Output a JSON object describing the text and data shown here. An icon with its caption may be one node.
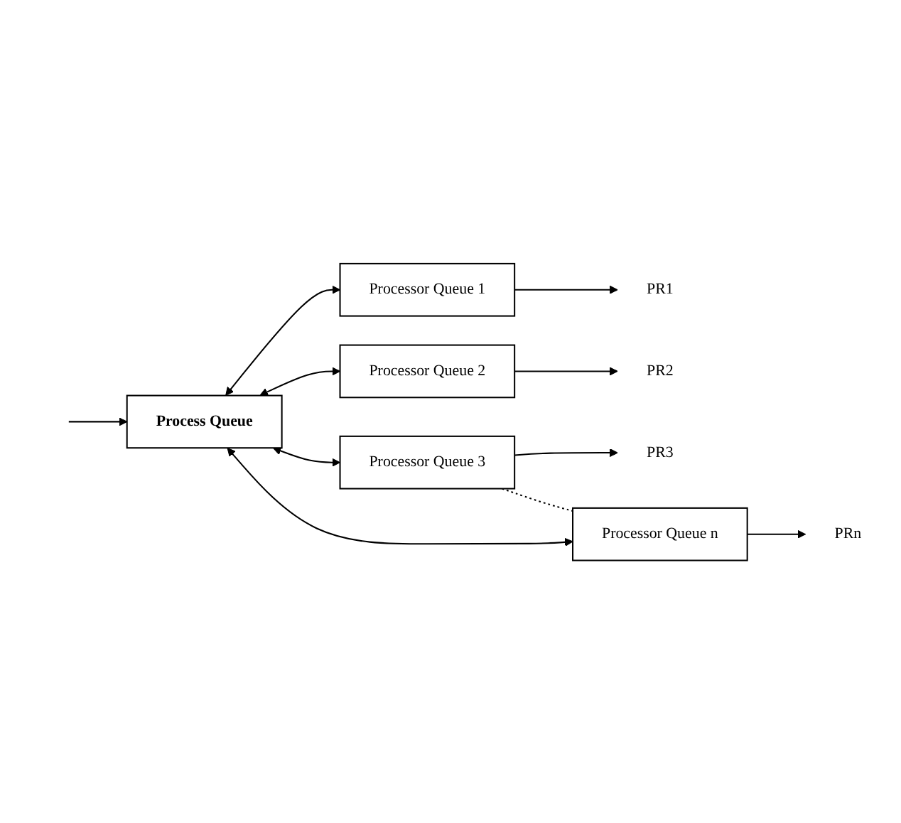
{
  "diagram": {
    "nodes": [
      {
        "text": [
          "Process Queue"
        ]
      },
      {
        "text": [
          "Processor Queue 1"
        ]
      },
      {
        "text": [
          "PR1"
        ]
      },
      {
        "text": [
          "Processor Queue 2"
        ]
      },
      {
        "text": [
          "PR2"
        ]
      },
      {
        "text": [
          "Processor Queue 3"
        ]
      },
      {
        "text": [
          "PR3"
        ]
      },
      {
        "text": [
          "Processor Queue n"
        ]
      },
      {
        "text": [
          "PRn"
        ]
      }
    ],
    "edges": [
      {
        "from": null,
        "to": 0,
        "arrow": "to"
      },
      {
        "from": 0,
        "to": 1,
        "arrow": "both"
      },
      {
        "from": 1,
        "to": 2,
        "arrow": "to"
      },
      {
        "from": 0,
        "to": 3,
        "arrow": "both"
      },
      {
        "from": 3,
        "to": 4,
        "arrow": "to"
      },
      {
        "from": 0,
        "to": 5,
        "arrow": "both"
      },
      {
        "from": 5,
        "to": 6,
        "arrow": "to"
      },
      {
        "from": 5,
        "to": 7,
        "arrow": "none",
        "style": "dashed"
      },
      {
        "from": 0,
        "to": 7,
        "arrow": "both"
      },
      {
        "from": 7,
        "to": 8,
        "arrow": "to"
      }
    ]
  }
}
